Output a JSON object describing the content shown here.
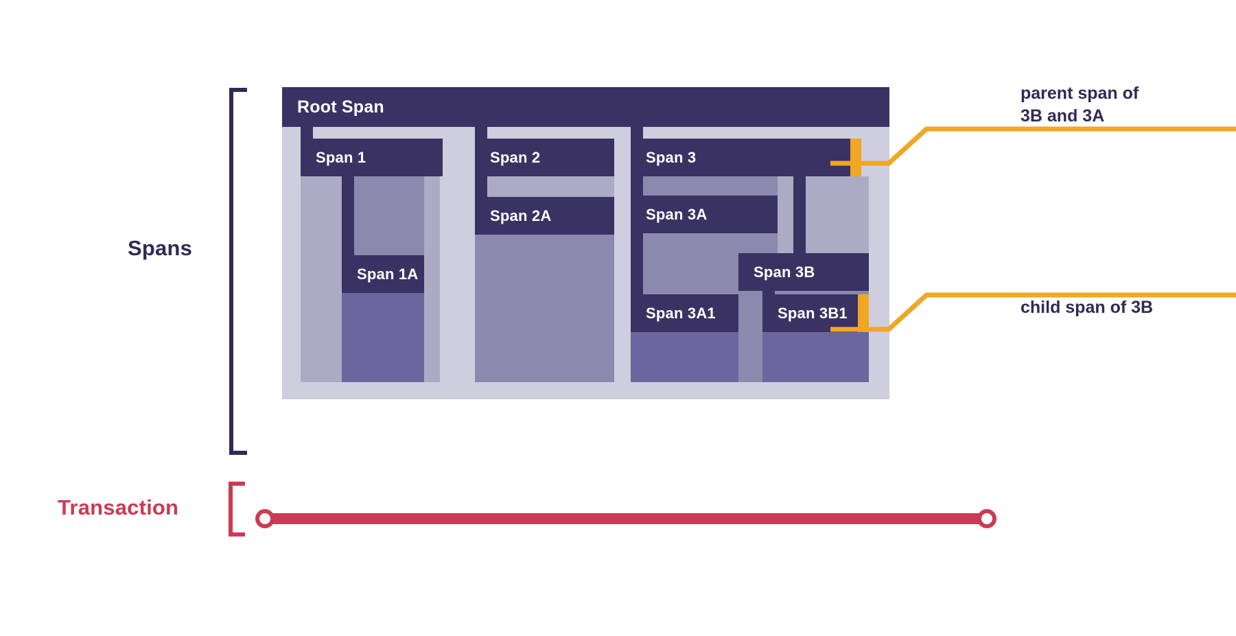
{
  "sections": {
    "spans_label": "Spans",
    "transaction_label": "Transaction"
  },
  "spans": {
    "root": {
      "label": "Root Span"
    },
    "span1": {
      "label": "Span 1"
    },
    "span1a": {
      "label": "Span 1A"
    },
    "span2": {
      "label": "Span 2"
    },
    "span2a": {
      "label": "Span 2A"
    },
    "span3": {
      "label": "Span 3"
    },
    "span3a": {
      "label": "Span 3A"
    },
    "span3a1": {
      "label": "Span 3A1"
    },
    "span3b": {
      "label": "Span 3B"
    },
    "span3b1": {
      "label": "Span 3B1"
    }
  },
  "annotations": {
    "parent": "parent span of\n3B and 3A",
    "child": "child span of 3B"
  },
  "colors": {
    "span_bar": "#3A3263",
    "ink": "#312A55",
    "transaction": "#CC3A53",
    "highlight": "#EFA724",
    "level0": "#CFCEDF",
    "level1": "#ADABC3",
    "level2": "#8C89AE",
    "level3": "#6B679E"
  }
}
